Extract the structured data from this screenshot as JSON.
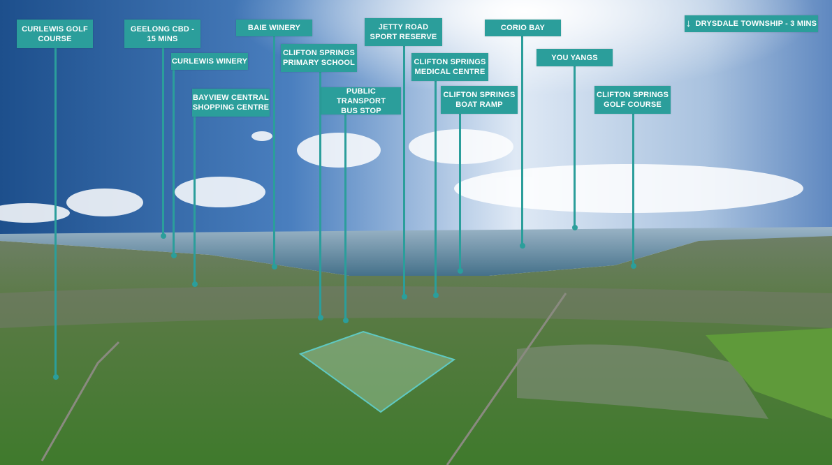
{
  "colors": {
    "label": "#2b9e9b",
    "text": "#ffffff"
  },
  "direction": {
    "icon": "arrow-down-icon",
    "text": "DRYSDALE TOWNSHIP - 3 MINS"
  },
  "labels": [
    {
      "l1": "CURLEWIS GOLF",
      "l2": "COURSE"
    },
    {
      "l1": "GEELONG CBD -",
      "l2": "15 MINS"
    },
    {
      "l1": "CURLEWIS WINERY",
      "l2": ""
    },
    {
      "l1": "BAYVIEW CENTRAL",
      "l2": "SHOPPING CENTRE"
    },
    {
      "l1": "BAIE WINERY",
      "l2": ""
    },
    {
      "l1": "CLIFTON SPRINGS",
      "l2": "PRIMARY SCHOOL"
    },
    {
      "l1": "PUBLIC TRANSPORT",
      "l2": "BUS STOP"
    },
    {
      "l1": "JETTY ROAD",
      "l2": "SPORT RESERVE"
    },
    {
      "l1": "CORIO BAY",
      "l2": ""
    },
    {
      "l1": "CLIFTON SPRINGS",
      "l2": "MEDICAL CENTRE"
    },
    {
      "l1": "CLIFTON SPRINGS",
      "l2": "BOAT RAMP"
    },
    {
      "l1": "YOU YANGS",
      "l2": ""
    },
    {
      "l1": "CLIFTON SPRINGS",
      "l2": "GOLF COURSE"
    }
  ]
}
